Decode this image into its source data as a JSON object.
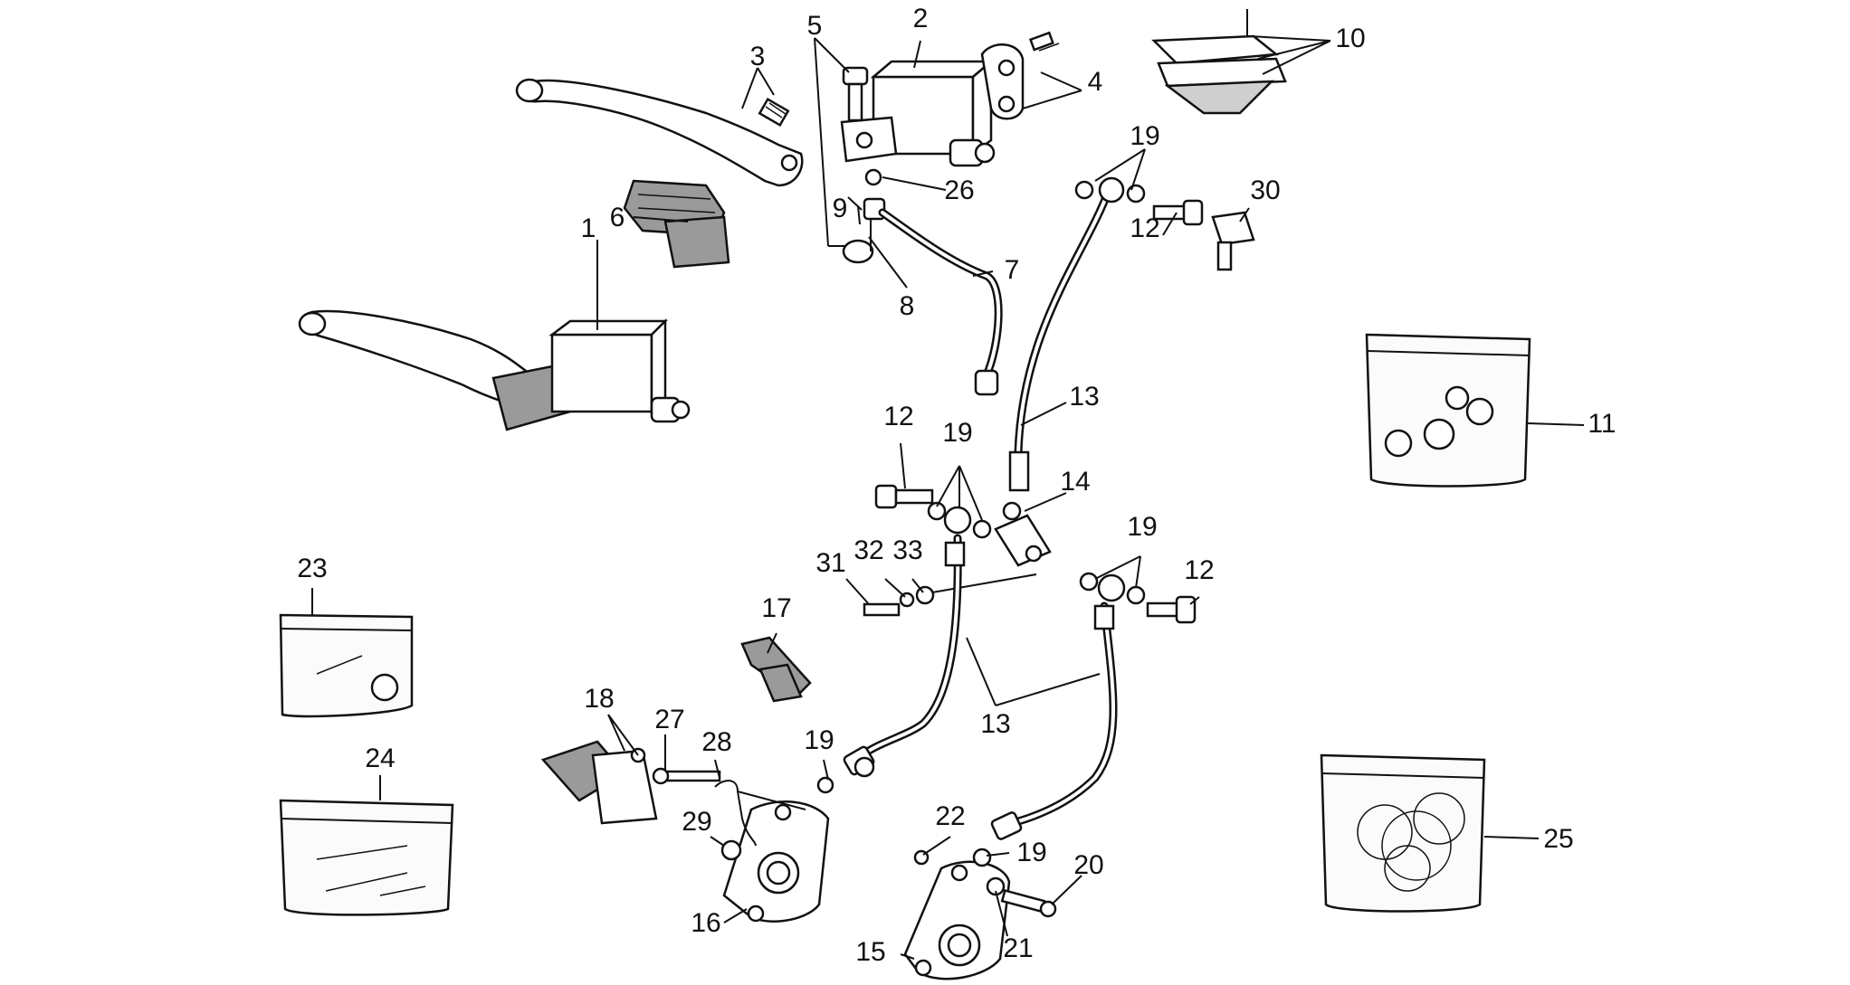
{
  "callouts": [
    "1",
    "2",
    "3",
    "4",
    "5",
    "6",
    "7",
    "8",
    "9",
    "10",
    "11",
    "12",
    "12",
    "12",
    "13",
    "13",
    "14",
    "15",
    "16",
    "17",
    "18",
    "19",
    "19",
    "19",
    "19",
    "19",
    "20",
    "21",
    "22",
    "23",
    "24",
    "25",
    "26",
    "27",
    "28",
    "29",
    "30",
    "31",
    "32",
    "33"
  ]
}
